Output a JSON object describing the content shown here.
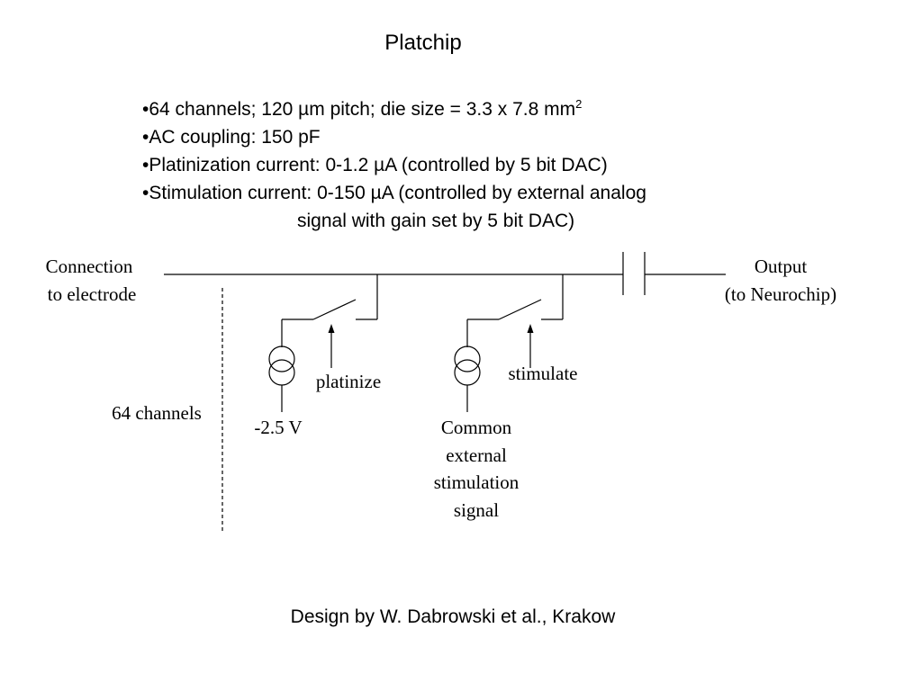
{
  "title": "Platchip",
  "bullets": {
    "b1": "•64 channels; 120 µm pitch; die size = 3.3 x 7.8 mm",
    "b1_sup": "2",
    "b2": "•AC coupling: 150 pF",
    "b3": "•Platinization current: 0-1.2 µA (controlled by 5 bit DAC)",
    "b4": "•Stimulation current: 0-150 µA (controlled by external analog",
    "b4_cont": "signal with gain set by 5 bit DAC)"
  },
  "diagram": {
    "connection_line1": "Connection",
    "connection_line2": "to electrode",
    "output_line1": "Output",
    "output_line2": "(to Neurochip)",
    "channels": "64 channels",
    "platinize": "platinize",
    "voltage": "-2.5 V",
    "stimulate": "stimulate",
    "common_line1": "Common",
    "common_line2": "external",
    "common_line3": "stimulation",
    "common_line4": "signal"
  },
  "credit": "Design by W. Dabrowski et al., Krakow"
}
